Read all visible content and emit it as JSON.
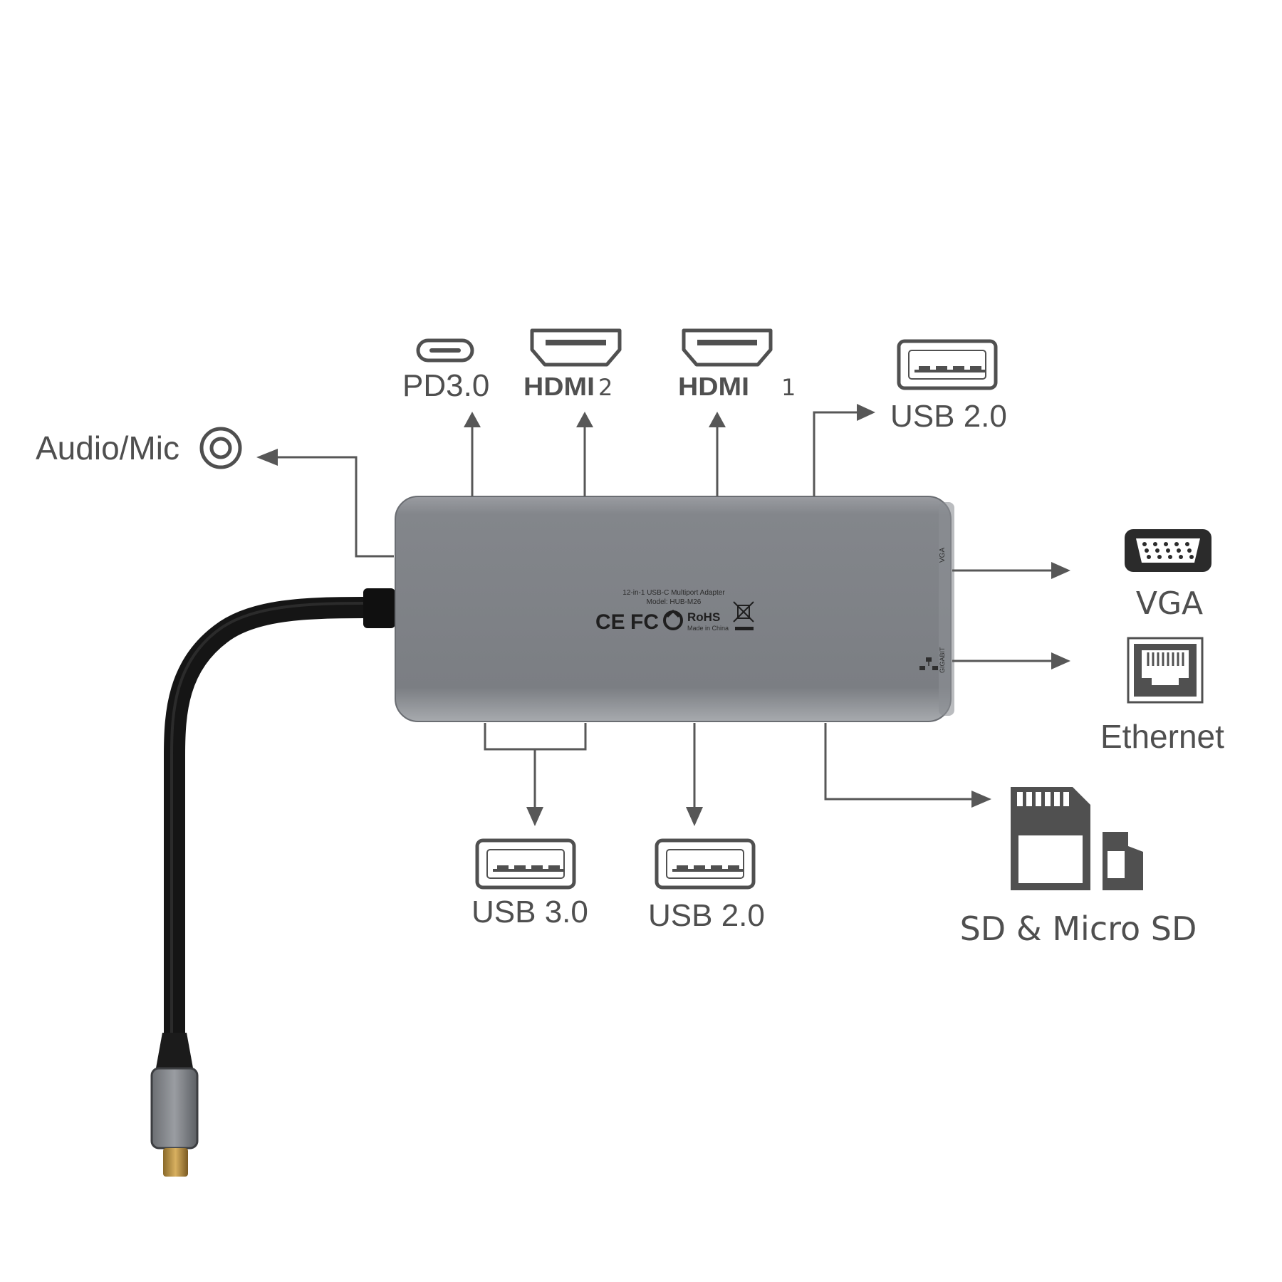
{
  "device": {
    "product_line": "12-in-1 USB-C Multiport Adapter",
    "model_line": "Model: HUB-M26",
    "origin_line": "Made in China",
    "cert_ce": "CE",
    "cert_fc": "FC",
    "cert_rohs": "RoHS",
    "side_vga": "VGA",
    "side_gigabit": "GIGABIT",
    "colors": {
      "body": "#7d8086",
      "cable": "#1c1c1c",
      "label": "#4f4f4f",
      "arrow": "#575757"
    }
  },
  "ports": {
    "audio": {
      "label": "Audio/Mic",
      "icon": "audio-jack-icon"
    },
    "pd": {
      "label": "PD3.0",
      "icon": "usb-c-port-icon"
    },
    "hdmi2": {
      "label": "HDMI",
      "number": "2",
      "icon": "hdmi-port-icon"
    },
    "hdmi1": {
      "label": "HDMI",
      "number": "1",
      "icon": "hdmi-port-icon"
    },
    "usb_top": {
      "label": "USB 2.0",
      "icon": "usb-a-port-icon"
    },
    "vga": {
      "label": "VGA",
      "icon": "vga-port-icon"
    },
    "ethernet": {
      "label": "Ethernet",
      "icon": "ethernet-port-icon"
    },
    "usb3": {
      "label": "USB 3.0",
      "icon": "usb-a-port-icon"
    },
    "usb_bottom": {
      "label": "USB 2.0",
      "icon": "usb-a-port-icon"
    },
    "sd": {
      "label": "SD & Micro SD",
      "icon": "sd-card-icon"
    }
  }
}
